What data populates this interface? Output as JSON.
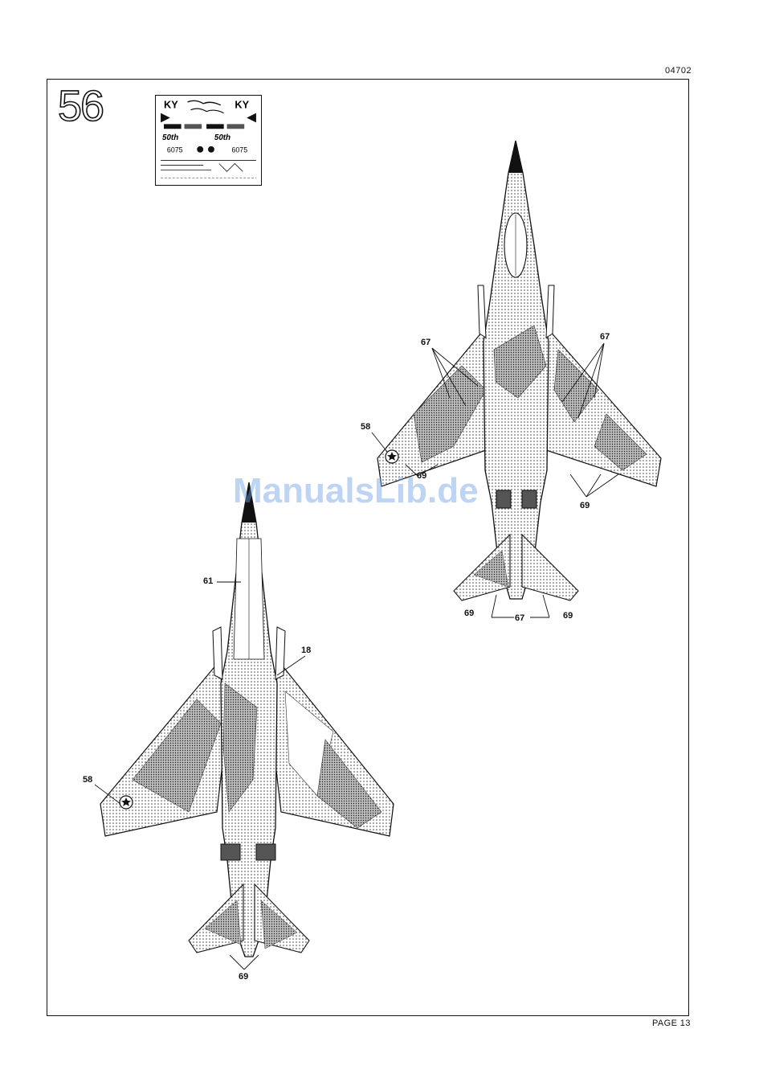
{
  "document": {
    "code": "04702",
    "page_label": "PAGE 13",
    "step_number": "56"
  },
  "decal_sheet": {
    "markings": [
      "KY",
      "KY",
      "6075",
      "6075",
      "50th",
      "50th"
    ]
  },
  "callouts": {
    "top_aircraft": {
      "c67_left": "67",
      "c67_right": "67",
      "c58": "58",
      "c69_a": "69",
      "c69_b": "69",
      "c69_c": "69",
      "c67_bottom": "67",
      "c69_d": "69"
    },
    "bottom_aircraft": {
      "c61": "61",
      "c18": "18",
      "c58": "58",
      "c69": "69"
    }
  },
  "watermark": "ManualsLib.de"
}
